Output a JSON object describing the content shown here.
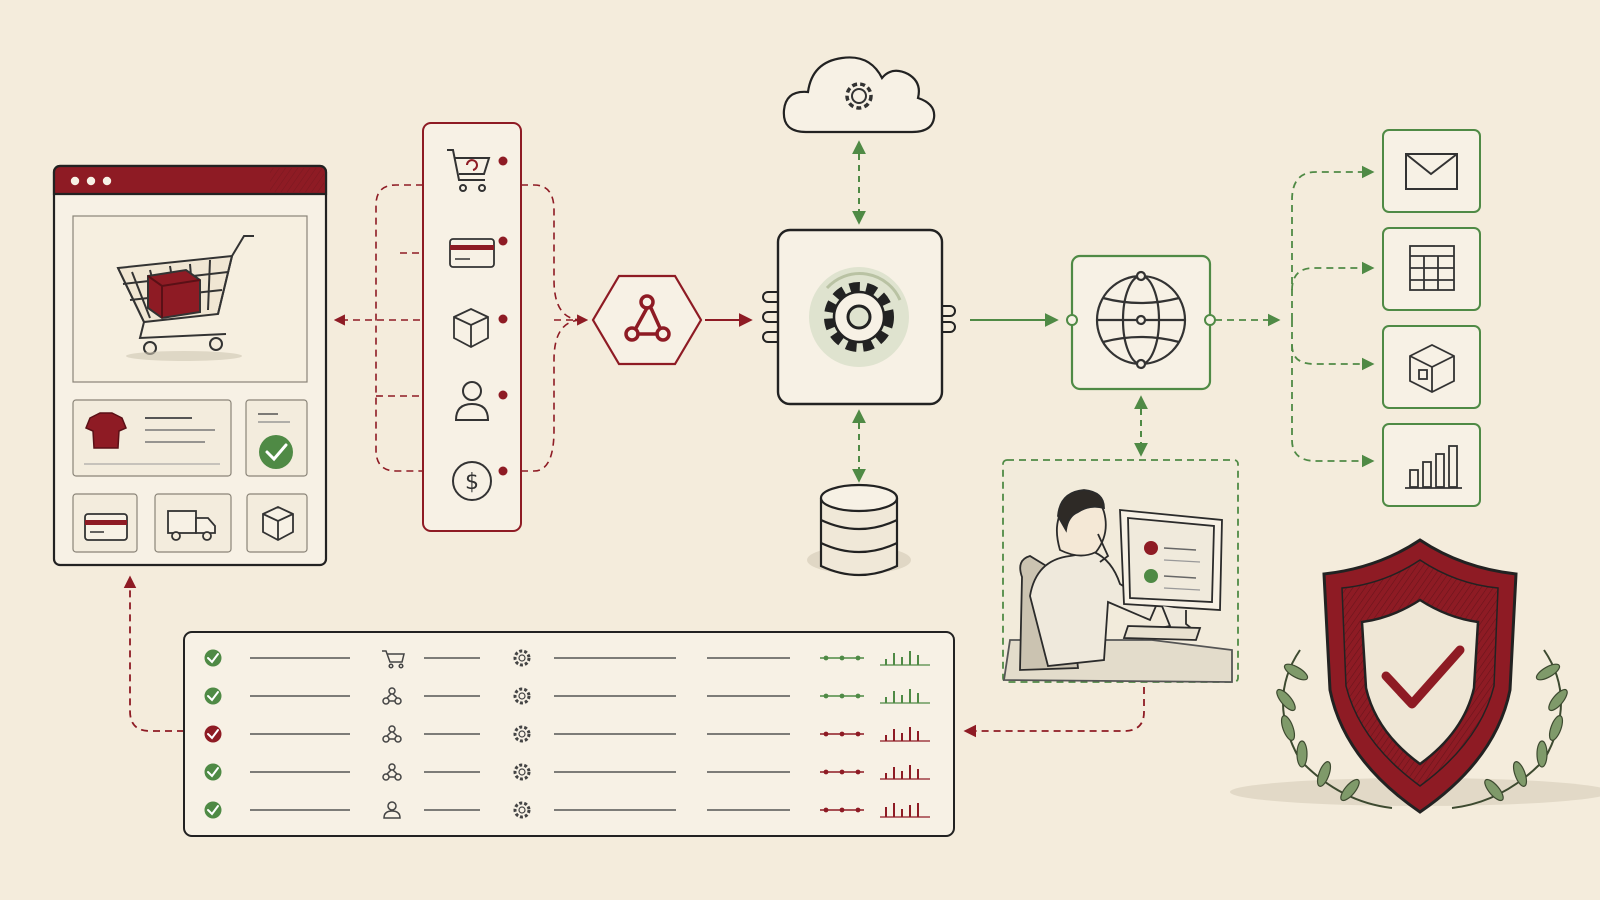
{
  "colors": {
    "background": "#f4ecdc",
    "ink": "#222222",
    "crimson": "#8e1b24",
    "green": "#4f8a45",
    "panel": "#f7f1e5",
    "soft_green": "#dfe3cf"
  },
  "storefront": {
    "window_controls": 3,
    "product_icon": "shopping-cart-with-box-icon",
    "item_icon": "t-shirt-icon",
    "status_icon": "check-circle-icon",
    "tile_icons": [
      "credit-card-icon",
      "delivery-truck-icon",
      "package-icon"
    ]
  },
  "events": {
    "icons": [
      "cart-sync-icon",
      "credit-card-icon",
      "package-icon",
      "user-icon",
      "dollar-coin-icon"
    ]
  },
  "hub": {
    "webhook_icon": "webhook-icon",
    "processor_icon": "gear-icon",
    "cloud_icon": "cloud-gear-icon",
    "database_icon": "database-icon",
    "gateway_icon": "globe-network-icon"
  },
  "outputs": {
    "icons": [
      "envelope-icon",
      "spreadsheet-icon",
      "inventory-box-icon",
      "bar-chart-icon"
    ]
  },
  "operator": {
    "icon": "person-at-computer-icon"
  },
  "security": {
    "icon": "shield-check-laurel-icon"
  },
  "log": {
    "rows": [
      {
        "status": "success",
        "icon": "cart-icon",
        "trend": "up"
      },
      {
        "status": "success",
        "icon": "webhook-icon",
        "trend": "up"
      },
      {
        "status": "error",
        "icon": "webhook-icon",
        "trend": "up"
      },
      {
        "status": "success",
        "icon": "webhook-icon",
        "trend": "up"
      },
      {
        "status": "success",
        "icon": "user-icon",
        "trend": "flat"
      }
    ]
  }
}
